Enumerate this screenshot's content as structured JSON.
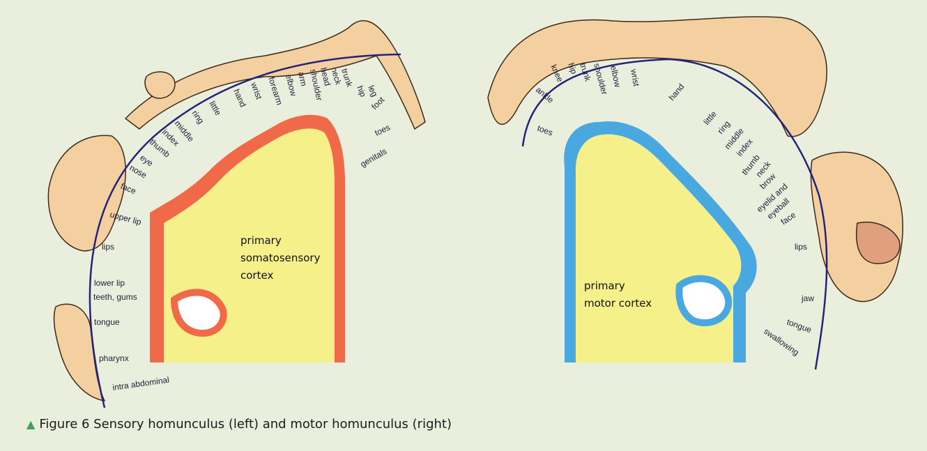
{
  "caption": {
    "text": "Figure 6 Sensory homunculus (left) and motor homunculus (right)"
  },
  "sensory": {
    "cortex_label": [
      "primary",
      "somatosensory",
      "cortex"
    ],
    "labels": [
      "genitals",
      "toes",
      "foot",
      "leg",
      "hip",
      "trunk",
      "neck",
      "head",
      "shoulder",
      "arm",
      "elbow",
      "forearm",
      "wrist",
      "hand",
      "little",
      "ring",
      "middle",
      "index",
      "thumb",
      "eye",
      "nose",
      "face",
      "upper lip",
      "lips",
      "lower lip",
      "teeth, gums",
      "tongue",
      "pharynx",
      "intra abdominal"
    ]
  },
  "motor": {
    "cortex_label": [
      "primary",
      "motor cortex"
    ],
    "labels": [
      "toes",
      "ankle",
      "knee",
      "hip",
      "trunk",
      "shoulder",
      "elbow",
      "wrist",
      "hand",
      "little",
      "ring",
      "middle",
      "index",
      "thumb",
      "neck",
      "brow",
      "eyelid and",
      "eyeball",
      "face",
      "lips",
      "jaw",
      "tongue",
      "swallowing"
    ]
  },
  "colors": {
    "sensory_cortex": "#f06a4a",
    "motor_cortex": "#4aa8e0",
    "fill_yellow": "#f6f08a",
    "skin": "#f4cfa0",
    "arc_line": "#23237a",
    "caption_triangle": "#3ea35a"
  }
}
